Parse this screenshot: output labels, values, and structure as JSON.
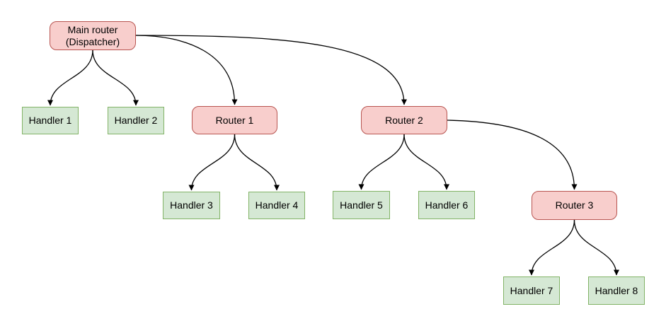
{
  "diagram": {
    "colors": {
      "router_fill": "#f8cecc",
      "router_border": "#b85450",
      "handler_fill": "#d5e8d4",
      "handler_border": "#82b366",
      "edge": "#000000",
      "background": "#ffffff",
      "text": "#000000"
    },
    "nodes": {
      "main_router": {
        "label": "Main router\n(Dispatcher)",
        "type": "router"
      },
      "handler_1": {
        "label": "Handler 1",
        "type": "handler"
      },
      "handler_2": {
        "label": "Handler 2",
        "type": "handler"
      },
      "router_1": {
        "label": "Router 1",
        "type": "router"
      },
      "router_2": {
        "label": "Router 2",
        "type": "router"
      },
      "handler_3": {
        "label": "Handler 3",
        "type": "handler"
      },
      "handler_4": {
        "label": "Handler 4",
        "type": "handler"
      },
      "handler_5": {
        "label": "Handler 5",
        "type": "handler"
      },
      "handler_6": {
        "label": "Handler 6",
        "type": "handler"
      },
      "router_3": {
        "label": "Router 3",
        "type": "router"
      },
      "handler_7": {
        "label": "Handler 7",
        "type": "handler"
      },
      "handler_8": {
        "label": "Handler 8",
        "type": "handler"
      }
    },
    "edges": [
      {
        "from": "main_router",
        "to": "handler_1"
      },
      {
        "from": "main_router",
        "to": "handler_2"
      },
      {
        "from": "main_router",
        "to": "router_1"
      },
      {
        "from": "main_router",
        "to": "router_2"
      },
      {
        "from": "router_1",
        "to": "handler_3"
      },
      {
        "from": "router_1",
        "to": "handler_4"
      },
      {
        "from": "router_2",
        "to": "handler_5"
      },
      {
        "from": "router_2",
        "to": "handler_6"
      },
      {
        "from": "router_2",
        "to": "router_3"
      },
      {
        "from": "router_3",
        "to": "handler_7"
      },
      {
        "from": "router_3",
        "to": "handler_8"
      }
    ]
  }
}
